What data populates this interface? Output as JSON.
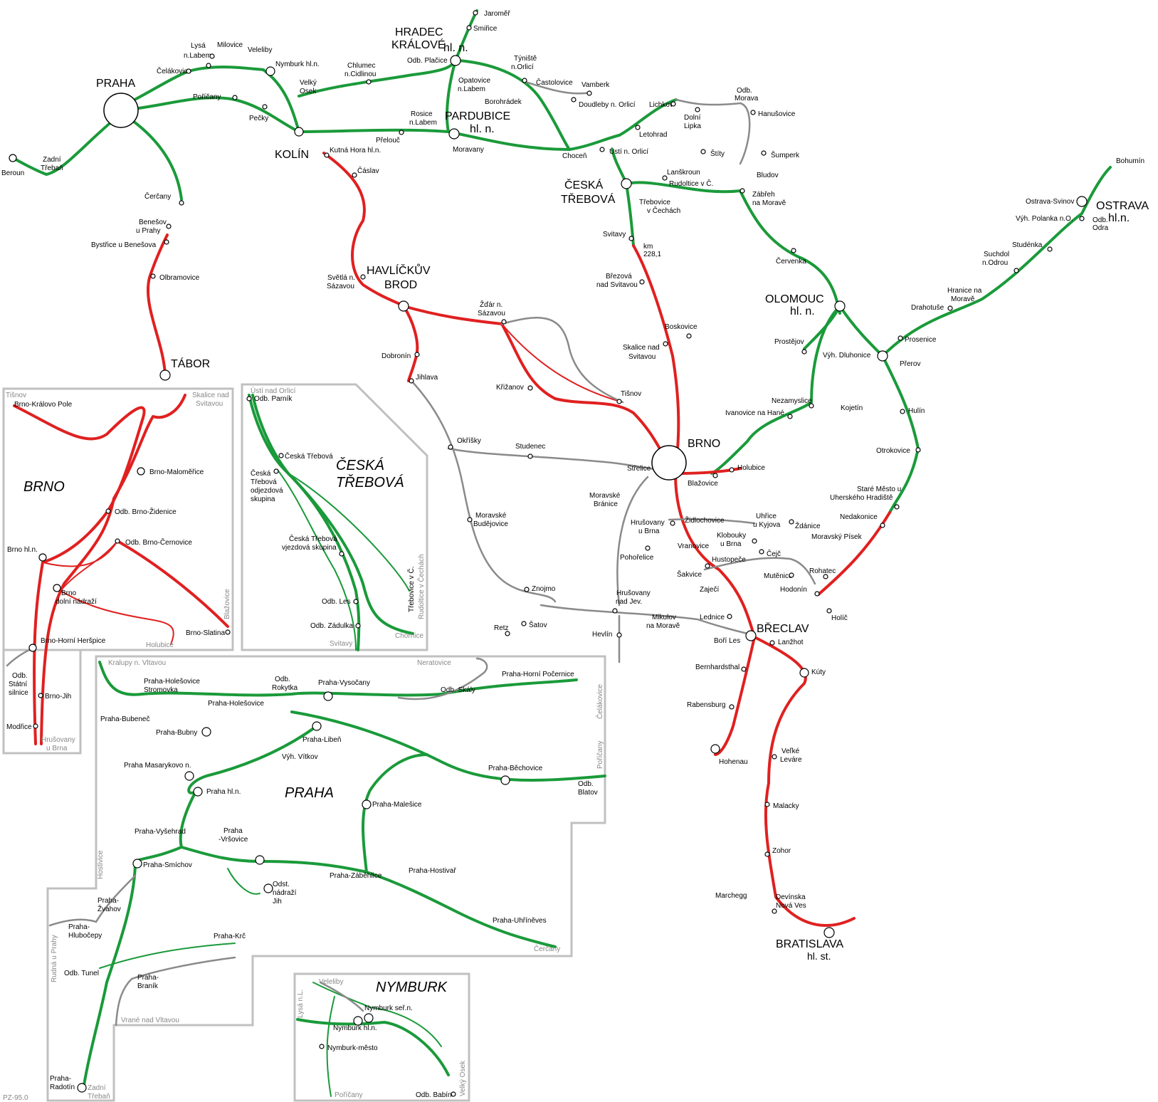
{
  "cities": {
    "praha": "PRAHA",
    "hradec1": "HRADEC",
    "hradec2": "KRÁLOVÉ",
    "hradec3": "hl. n.",
    "pardubice1": "PARDUBICE",
    "pardubice2": "hl. n.",
    "kolin": "KOLÍN",
    "ceska1": "ČESKÁ",
    "ceska2": "TŘEBOVÁ",
    "havl1": "HAVLÍČKŮV",
    "havl2": "BROD",
    "tabor": "TÁBOR",
    "brno": "BRNO",
    "olomouc1": "OLOMOUC",
    "olomouc2": "hl. n.",
    "ostrava1": "OSTRAVA",
    "ostrava2": "hl.n.",
    "breclav": "BŘECLAV",
    "bratislava1": "BRATISLAVA",
    "bratislava2": "hl. st."
  },
  "stations": {
    "jaromer": "Jaroměř",
    "smirice": "Smiřice",
    "lysa1": "Lysá",
    "lysa2": "n.Labem",
    "milovice": "Milovice",
    "veleliby": "Veleliby",
    "nymburk": "Nymburk hl.n.",
    "celakovice": "Čelákovice",
    "chlumec1": "Chlumec",
    "chlumec2": "n.Cidlinou",
    "odbplacice": "Odb. Plačice",
    "tyniste1": "Týniště",
    "tyniste2": "n.Orlicí",
    "opatovice1": "Opatovice",
    "opatovice2": "n.Labem",
    "castolovice": "Častolovice",
    "vamberk": "Vamberk",
    "doudleby": "Doudleby n. Orlicí",
    "borohradek": "Borohrádek",
    "lichkov": "Lichkov",
    "odbmorava1": "Odb.",
    "odbmorava2": "Morava",
    "hanusovice": "Hanušovice",
    "dolni1": "Dolní",
    "dolni2": "Lipka",
    "letohrad": "Letohrad",
    "stity": "Štíty",
    "sumperk": "Šumperk",
    "bludov": "Bludov",
    "porican": "Poříčany",
    "velky1": "Velký",
    "velky2": "Osek",
    "pecky": "Pečky",
    "rosice1": "Rosice",
    "rosice2": "n.Labem",
    "prelouc": "Přelouč",
    "moravany": "Moravany",
    "chocen": "Choceň",
    "usti": "Ústí n. Orlicí",
    "lanskroun": "Lanškroun",
    "rudoltice": "Rudoltice v Č.",
    "zabreh1": "Zábřeh",
    "zabreh2": "na Moravě",
    "trebovice1": "Třebovice",
    "trebovice2": "v Čechách",
    "kutna": "Kutná Hora hl.n.",
    "caslav": "Čáslav",
    "beroun": "Beroun",
    "zadni1": "Zadní",
    "zadni2": "Třebaň",
    "cercany": "Čerčany",
    "benesov1": "Benešov",
    "benesov2": "u Prahy",
    "bystrice": "Bystřice u Benešova",
    "olbramovice": "Olbramovice",
    "svitavy": "Svitavy",
    "km1": "km",
    "km2": "228,1",
    "brezova1": "Březová",
    "brezova2": "nad Svitavou",
    "svetla1": "Světlá n.",
    "svetla2": "Sázavou",
    "zdar1": "Žďár n.",
    "zdar2": "Sázavou",
    "boskovice": "Boskovice",
    "skalice1": "Skalice nad",
    "skalice2": "Svitavou",
    "dobronin": "Dobronín",
    "jihlava": "Jihlava",
    "krizanov": "Křižanov",
    "tisnov": "Tišnov",
    "cervenka": "Červenka",
    "prostejov": "Prostějov",
    "dluhonice": "Výh. Dluhonice",
    "prosenice": "Prosenice",
    "prerov": "Přerov",
    "drahotuse": "Drahotuše",
    "hranice1": "Hranice na",
    "hranice2": "Moravě",
    "suchdol1": "Suchdol",
    "suchdol2": "n.Odrou",
    "studenka": "Studénka",
    "svinov": "Ostrava-Svinov",
    "bohumin": "Bohumín",
    "polanka": "Výh. Polanka n.O.",
    "odbodra1": "Odb.",
    "odbodra2": "Odra",
    "nezamyslice": "Nezamyslice",
    "ivanovice": "Ivanovice na Hané",
    "kojetin": "Kojetín",
    "hulin": "Hulín",
    "otrokovice": "Otrokovice",
    "okrisky": "Okříšky",
    "studenec": "Studenec",
    "strelice": "Střelice",
    "holubice": "Holubice",
    "blazovice": "Blažovice",
    "moravske1": "Moravské",
    "moravske2": "Bránice",
    "budejovice1": "Moravské",
    "budejovice2": "Budějovice",
    "hrusovany1": "Hrušovany",
    "hrusovany2": "u Brna",
    "zidlochovice": "Židlochovice",
    "vranovice": "Vranovice",
    "pohorelice": "Pohořelice",
    "uhrice1": "Uhřice",
    "uhrice2": "u Kyjova",
    "zdanice": "Ždánice",
    "klobouky1": "Klobouky",
    "klobouky2": "u Brna",
    "hustopece": "Hustopeče",
    "cejc": "Čejč",
    "sakvice": "Šakvice",
    "mutenice": "Mutěnice",
    "zajeci": "Zaječí",
    "staremesto1": "Staré Město u",
    "staremesto2": "Uherského Hradiště",
    "nedakonice": "Nedakonice",
    "moravskypisek": "Moravský Písek",
    "rohatec": "Rohatec",
    "hodonin": "Hodonín",
    "holic": "Holíč",
    "znojmo": "Znojmo",
    "retz": "Retz",
    "satov": "Šatov",
    "hrusjev1": "Hrušovany",
    "hrusjev2": "nad Jev.",
    "hevlin": "Hevlín",
    "mikulov1": "Mikulov",
    "mikulov2": "na Moravě",
    "lednice": "Lednice",
    "borles": "Boří Les",
    "lanzhot": "Lanžhot",
    "bernhardsthal": "Bernhardsthal",
    "rabensburg": "Rabensburg",
    "kuty": "Kúty",
    "hohenau": "Hohenau",
    "levare1": "Veľké",
    "levare2": "Leváre",
    "malacky": "Malacky",
    "zohor": "Zohor",
    "marchegg": "Marchegg",
    "devinska1": "Devínska",
    "devinska2": "Nová Ves"
  },
  "insets": {
    "brno": {
      "title": "BRNO",
      "labels": [
        "Brno-Královo Pole",
        "Brno-Maloměřice",
        "Odb. Brno-Židenice",
        "Odb. Brno-Černovice",
        "Brno hl.n.",
        "Brno",
        "dolní nádraží",
        "Brno-Horní Heršpice",
        "Brno-Slatina",
        "Odb.",
        "Státní",
        "silnice",
        "Brno-Jih",
        "Modřice"
      ],
      "edges": [
        "Tišnov",
        "Skalice nad",
        "Svitavou",
        "Blažovice",
        "Holubice",
        "Hrušovany",
        "u Brna"
      ]
    },
    "ceska": {
      "title1": "ČESKÁ",
      "title2": "TŘEBOVÁ",
      "labels": [
        "Odb. Parník",
        "Česká Třebová",
        "Česká",
        "Třebová",
        "odjezdová",
        "skupina",
        "Česká Třebová",
        "vjezdová skupina",
        "Odb. Les",
        "Odb. Zádulka",
        "Třebovice v Č."
      ],
      "edges": [
        "Ústí nad Orlicí",
        "Rudoltice v Čechách",
        "Svitavy",
        "Chornice"
      ]
    },
    "praha": {
      "title": "PRAHA",
      "labels": [
        "Praha-Holešovice",
        "Stromovka",
        "Odb.",
        "Rokytka",
        "Praha-Vysočany",
        "Praha-Horní Počernice",
        "Odb. Skály",
        "Praha-Holešovice",
        "Praha-Bubeneč",
        "Praha-Bubny",
        "Praha-Libeň",
        "Výh. Vítkov",
        "Praha Masarykovo n.",
        "Praha hl.n.",
        "Praha-Běchovice",
        "Odb.",
        "Blatov",
        "Praha-Malešice",
        "Praha-Vyšehrad",
        "Praha",
        "-Vršovice",
        "Praha-Smíchov",
        "Odst.",
        "nádraží",
        "Jih",
        "Praha-Záběhlice",
        "Praha-Hostivař",
        "Praha-Uhříněves",
        "Praha-",
        "Žvahov",
        "Praha-",
        "Hlubočepy",
        "Praha-Krč",
        "Odb. Tunel",
        "Praha-",
        "Braník",
        "Praha-",
        "Radotín"
      ],
      "edges": [
        "Kralupy n. Vltavou",
        "Neratovice",
        "Čelákovice",
        "Poříčany",
        "Čerčany",
        "Hostivice",
        "Rudná u Prahy",
        "Vrané nad Vltavou",
        "Zadní",
        "Třebaň"
      ]
    },
    "nymburk": {
      "title": "NYMBURK",
      "labels": [
        "Nymburk seř.n.",
        "Nymburk hl.n.",
        "Nymburk-město",
        "Odb. Babín"
      ],
      "edges": [
        "Veleliby",
        "Lysá n.L.",
        "Poříčany",
        "Velký Osek"
      ]
    }
  },
  "footer": "PZ-95.0",
  "colors": {
    "green": "#1a9a3a",
    "red": "#e02020",
    "grey": "#8a8a8a",
    "frame": "#c0c0c0"
  }
}
